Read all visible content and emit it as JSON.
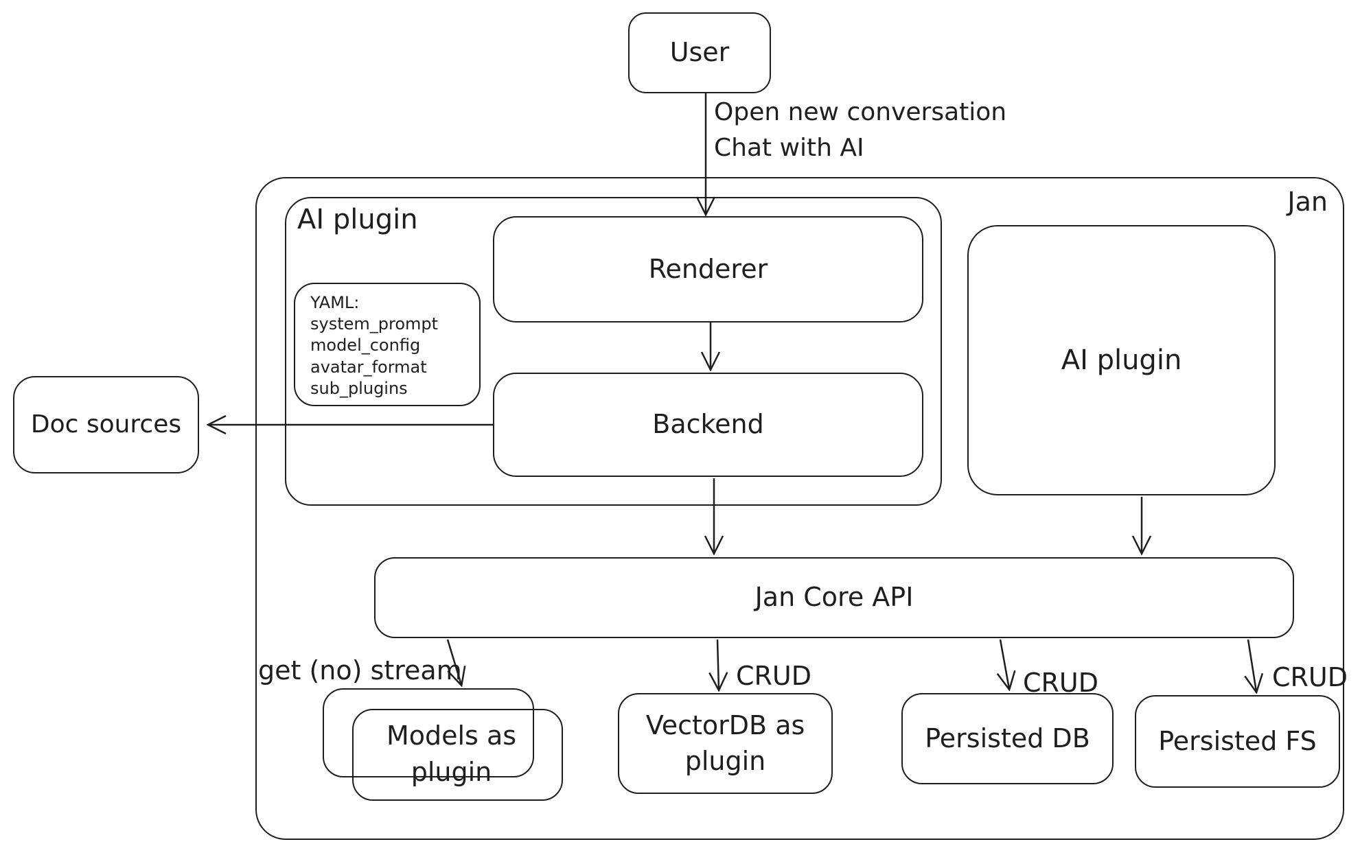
{
  "diagram": {
    "title_context": "Jan architecture sketch",
    "colors": {
      "stroke": "#1e1e1e",
      "background": "#ffffff"
    },
    "nodes": {
      "user": {
        "label": "User"
      },
      "jan": {
        "label": "Jan"
      },
      "ai_plugin_container": {
        "label": "AI plugin"
      },
      "renderer": {
        "label": "Renderer"
      },
      "backend": {
        "label": "Backend"
      },
      "yaml_note": {
        "text": "YAML:\nsystem_prompt\nmodel_config\navatar_format\nsub_plugins"
      },
      "ai_plugin_right": {
        "label": "AI plugin"
      },
      "doc_sources": {
        "label": "Doc sources"
      },
      "jan_core_api": {
        "label": "Jan Core API"
      },
      "models_as_plugin": {
        "label": "Models as\nplugin"
      },
      "vectordb_as_plugin": {
        "label": "VectorDB as\nplugin"
      },
      "persisted_db": {
        "label": "Persisted DB"
      },
      "persisted_fs": {
        "label": "Persisted FS"
      }
    },
    "edges": {
      "user_to_renderer": {
        "label": "Open new conversation\nChat with AI"
      },
      "jca_to_models": {
        "label": "get (no) stream"
      },
      "jca_to_vectordb": {
        "label": "CRUD"
      },
      "jca_to_persisted_db": {
        "label": "CRUD"
      },
      "jca_to_persisted_fs": {
        "label": "CRUD"
      }
    }
  }
}
